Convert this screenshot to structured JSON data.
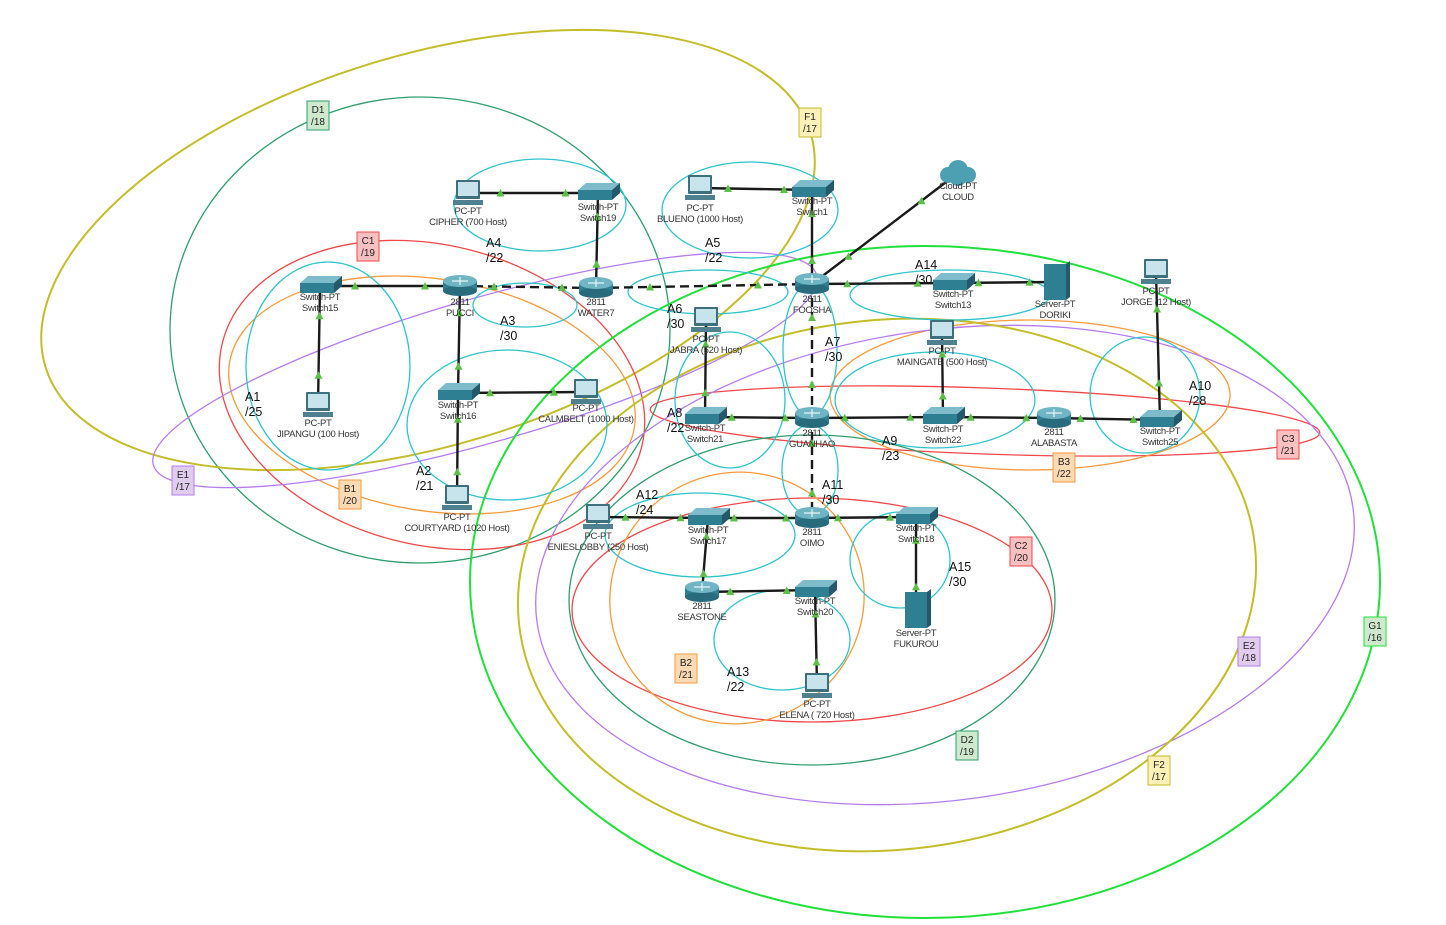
{
  "colors": {
    "cyan": "#2ec4cc",
    "teal": "#2f9e6e",
    "olive": "#c4bd2a",
    "red": "#f04848",
    "orange": "#f79a3c",
    "purple": "#b57cf0",
    "green": "#22e03a",
    "link": "#1a1a1a",
    "port": "#5cc048",
    "device": "#2f7f92"
  },
  "devices": [
    {
      "id": "cipher",
      "type": "pc",
      "model": "PC-PT",
      "name": "CIPHER (700 Host)"
    },
    {
      "id": "sw19",
      "type": "switch",
      "model": "Switch-PT",
      "name": "Switch19"
    },
    {
      "id": "blueno",
      "type": "pc",
      "model": "PC-PT",
      "name": "BLUENO (1000 Host)"
    },
    {
      "id": "sw1",
      "type": "switch",
      "model": "Switch-PT",
      "name": "Switch1"
    },
    {
      "id": "cloud",
      "type": "cloud",
      "model": "Cloud-PT",
      "name": "CLOUD"
    },
    {
      "id": "sw15",
      "type": "switch",
      "model": "Switch-PT",
      "name": "Switch15"
    },
    {
      "id": "pucci",
      "type": "router",
      "model": "2811",
      "name": "PUCCI"
    },
    {
      "id": "water7",
      "type": "router",
      "model": "2811",
      "name": "WATER7"
    },
    {
      "id": "foosha",
      "type": "router",
      "model": "2811",
      "name": "FOOSHA"
    },
    {
      "id": "sw13",
      "type": "switch",
      "model": "Switch-PT",
      "name": "Switch13"
    },
    {
      "id": "doriki",
      "type": "server",
      "model": "Server-PT",
      "name": "DORIKI"
    },
    {
      "id": "jorge",
      "type": "pc",
      "model": "PC-PT",
      "name": "JORGE (12 Host)"
    },
    {
      "id": "jabra",
      "type": "pc",
      "model": "PC-PT",
      "name": "JABRA (520 Host)"
    },
    {
      "id": "maingate",
      "type": "pc",
      "model": "PC-PT",
      "name": "MAINGATE (500 Host)"
    },
    {
      "id": "jipangu",
      "type": "pc",
      "model": "PC-PT",
      "name": "JIPANGU (100 Host)"
    },
    {
      "id": "sw16",
      "type": "switch",
      "model": "Switch-PT",
      "name": "Switch16"
    },
    {
      "id": "calmbelt",
      "type": "pc",
      "model": "PC-PT",
      "name": "CALMBELT (1000 Host)"
    },
    {
      "id": "sw21",
      "type": "switch",
      "model": "Switch-PT",
      "name": "Switch21"
    },
    {
      "id": "guanhao",
      "type": "router",
      "model": "2811",
      "name": "GUANHAO"
    },
    {
      "id": "sw22",
      "type": "switch",
      "model": "Switch-PT",
      "name": "Switch22"
    },
    {
      "id": "alabasta",
      "type": "router",
      "model": "2811",
      "name": "ALABASTA"
    },
    {
      "id": "sw25",
      "type": "switch",
      "model": "Switch-PT",
      "name": "Switch25"
    },
    {
      "id": "courtyard",
      "type": "pc",
      "model": "PC-PT",
      "name": "COURTYARD (1020 Host)"
    },
    {
      "id": "enieslobby",
      "type": "pc",
      "model": "PC-PT",
      "name": "ENIESLOBBY (250 Host)"
    },
    {
      "id": "sw17",
      "type": "switch",
      "model": "Switch-PT",
      "name": "Switch17"
    },
    {
      "id": "oimo",
      "type": "router",
      "model": "2811",
      "name": "OIMO"
    },
    {
      "id": "sw18",
      "type": "switch",
      "model": "Switch-PT",
      "name": "Switch18"
    },
    {
      "id": "seastone",
      "type": "router",
      "model": "2811",
      "name": "SEASTONE"
    },
    {
      "id": "sw20",
      "type": "switch",
      "model": "Switch-PT",
      "name": "Switch20"
    },
    {
      "id": "fukurou",
      "type": "server",
      "model": "Server-PT",
      "name": "FUKUROU"
    },
    {
      "id": "elena",
      "type": "pc",
      "model": "PC-PT",
      "name": "ELENA ( 720 Host)"
    }
  ],
  "links": [
    {
      "from": "cipher",
      "to": "sw19",
      "style": "solid"
    },
    {
      "from": "sw19",
      "to": "water7",
      "style": "solid"
    },
    {
      "from": "blueno",
      "to": "sw1",
      "style": "solid"
    },
    {
      "from": "sw1",
      "to": "foosha",
      "style": "solid"
    },
    {
      "from": "cloud",
      "to": "foosha",
      "style": "solid"
    },
    {
      "from": "sw15",
      "to": "pucci",
      "style": "solid"
    },
    {
      "from": "jipangu",
      "to": "sw15",
      "style": "solid"
    },
    {
      "from": "sw16",
      "to": "pucci",
      "style": "solid"
    },
    {
      "from": "sw16",
      "to": "calmbelt",
      "style": "solid"
    },
    {
      "from": "courtyard",
      "to": "sw16",
      "style": "solid"
    },
    {
      "from": "foosha",
      "to": "sw13",
      "style": "solid"
    },
    {
      "from": "sw13",
      "to": "doriki",
      "style": "solid"
    },
    {
      "from": "sw21",
      "to": "jabra",
      "style": "solid"
    },
    {
      "from": "sw21",
      "to": "guanhao",
      "style": "solid"
    },
    {
      "from": "guanhao",
      "to": "sw22",
      "style": "solid"
    },
    {
      "from": "sw22",
      "to": "maingate",
      "style": "solid"
    },
    {
      "from": "sw22",
      "to": "alabasta",
      "style": "solid"
    },
    {
      "from": "alabasta",
      "to": "sw25",
      "style": "solid"
    },
    {
      "from": "sw25",
      "to": "jorge",
      "style": "solid"
    },
    {
      "from": "enieslobby",
      "to": "sw17",
      "style": "solid"
    },
    {
      "from": "sw17",
      "to": "oimo",
      "style": "solid"
    },
    {
      "from": "seastone",
      "to": "sw17",
      "style": "solid"
    },
    {
      "from": "seastone",
      "to": "sw20",
      "style": "solid"
    },
    {
      "from": "elena",
      "to": "sw20",
      "style": "solid"
    },
    {
      "from": "oimo",
      "to": "sw18",
      "style": "solid"
    },
    {
      "from": "fukurou",
      "to": "sw18",
      "style": "solid"
    },
    {
      "from": "pucci",
      "to": "water7",
      "style": "dashed"
    },
    {
      "from": "water7",
      "to": "foosha",
      "style": "dashed"
    },
    {
      "from": "foosha",
      "to": "guanhao",
      "style": "dashed"
    },
    {
      "from": "guanhao",
      "to": "oimo",
      "style": "dashed"
    }
  ],
  "subnets": [
    {
      "id": "A1",
      "label": "A1",
      "prefix": "/25"
    },
    {
      "id": "A2",
      "label": "A2",
      "prefix": "/21"
    },
    {
      "id": "A3",
      "label": "A3",
      "prefix": "/30"
    },
    {
      "id": "A4",
      "label": "A4",
      "prefix": "/22"
    },
    {
      "id": "A5",
      "label": "A5",
      "prefix": "/22"
    },
    {
      "id": "A6",
      "label": "A6",
      "prefix": "/30"
    },
    {
      "id": "A7",
      "label": "A7",
      "prefix": "/30"
    },
    {
      "id": "A8",
      "label": "A8",
      "prefix": "/22"
    },
    {
      "id": "A9",
      "label": "A9",
      "prefix": "/23"
    },
    {
      "id": "A10",
      "label": "A10",
      "prefix": "/28"
    },
    {
      "id": "A11",
      "label": "A11",
      "prefix": "/30"
    },
    {
      "id": "A12",
      "label": "A12",
      "prefix": "/24"
    },
    {
      "id": "A13",
      "label": "A13",
      "prefix": "/22"
    },
    {
      "id": "A14",
      "label": "A14",
      "prefix": "/30"
    },
    {
      "id": "A15",
      "label": "A15",
      "prefix": "/30"
    }
  ],
  "summaries": [
    {
      "id": "D1",
      "label": "D1",
      "prefix": "/18",
      "color": "teal",
      "fill": "#cfe9cf"
    },
    {
      "id": "F1",
      "label": "F1",
      "prefix": "/17",
      "color": "olive",
      "fill": "#fdf0b8"
    },
    {
      "id": "C1",
      "label": "C1",
      "prefix": "/19",
      "color": "red",
      "fill": "#f8c0c0"
    },
    {
      "id": "B1",
      "label": "B1",
      "prefix": "/20",
      "color": "orange",
      "fill": "#fcdab4"
    },
    {
      "id": "E1",
      "label": "E1",
      "prefix": "/17",
      "color": "purple",
      "fill": "#e0cdee"
    },
    {
      "id": "C3",
      "label": "C3",
      "prefix": "/21",
      "color": "red",
      "fill": "#f8c0c0"
    },
    {
      "id": "B3",
      "label": "B3",
      "prefix": "/22",
      "color": "orange",
      "fill": "#fcdab4"
    },
    {
      "id": "C2",
      "label": "C2",
      "prefix": "/20",
      "color": "red",
      "fill": "#f8c0c0"
    },
    {
      "id": "B2",
      "label": "B2",
      "prefix": "/21",
      "color": "orange",
      "fill": "#fcdab4"
    },
    {
      "id": "D2",
      "label": "D2",
      "prefix": "/19",
      "color": "teal",
      "fill": "#cfe9cf"
    },
    {
      "id": "E2",
      "label": "E2",
      "prefix": "/18",
      "color": "purple",
      "fill": "#e0cdee"
    },
    {
      "id": "G1",
      "label": "G1",
      "prefix": "/16",
      "color": "green",
      "fill": "#cfe9cf"
    },
    {
      "id": "F2",
      "label": "F2",
      "prefix": "/17",
      "color": "olive",
      "fill": "#fdf0b8"
    }
  ]
}
